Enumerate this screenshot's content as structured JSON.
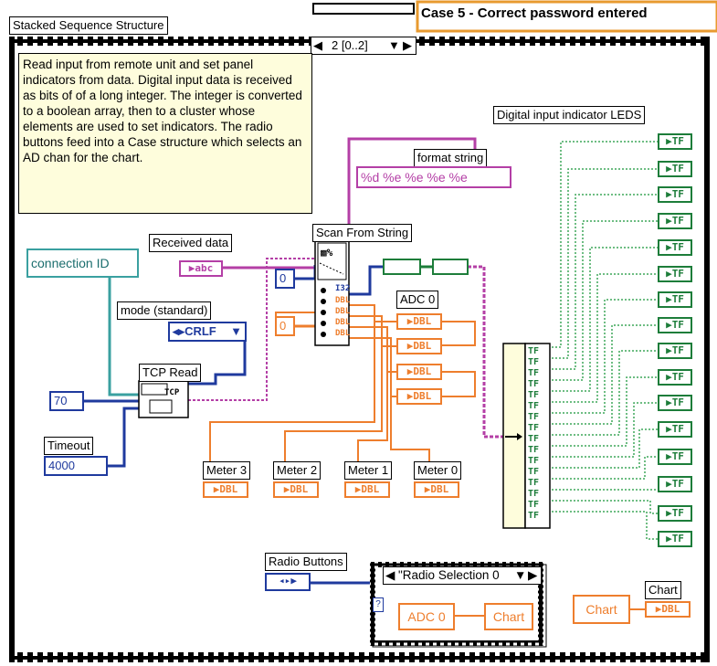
{
  "structure_label": "Stacked Sequence Structure",
  "sequence_selector": "2 [0..2]",
  "case_title": "Case 5 - Correct password entered",
  "comment": "Read input from remote unit and set panel indicators from data. Digital input data is received as bits of of a long integer. The integer is converted to a boolean array, then to a cluster whose elements are used to set indicators. The radio buttons feed into a Case structure which selects an AD chan for the chart.",
  "labels": {
    "connection_id": "connection ID",
    "received_data": "Received data",
    "mode": "mode (standard)",
    "tcp_read": "TCP Read",
    "timeout": "Timeout",
    "scan_from_string": "Scan From String",
    "format_string_label": "format string",
    "adc0": "ADC 0",
    "digital_leds": "Digital input indicator LEDS",
    "meter3": "Meter 3",
    "meter2": "Meter 2",
    "meter1": "Meter 1",
    "meter0": "Meter 0",
    "radio_buttons": "Radio Buttons",
    "chart": "Chart"
  },
  "values": {
    "format_string": "%d %e %e %e %e",
    "mode_value": "CRLF",
    "bytes_to_read": "70",
    "timeout_value": "4000",
    "scan_offset_0": "0",
    "scan_offset_1": "0",
    "radio_selection": "\"Radio Selection 0",
    "case_adc": "ADC 0",
    "case_chart": "Chart",
    "chart_local": "Chart"
  },
  "terminals": {
    "abc": "abc",
    "dbl": "DBL",
    "tf": "TF",
    "tcp": "TCP"
  }
}
